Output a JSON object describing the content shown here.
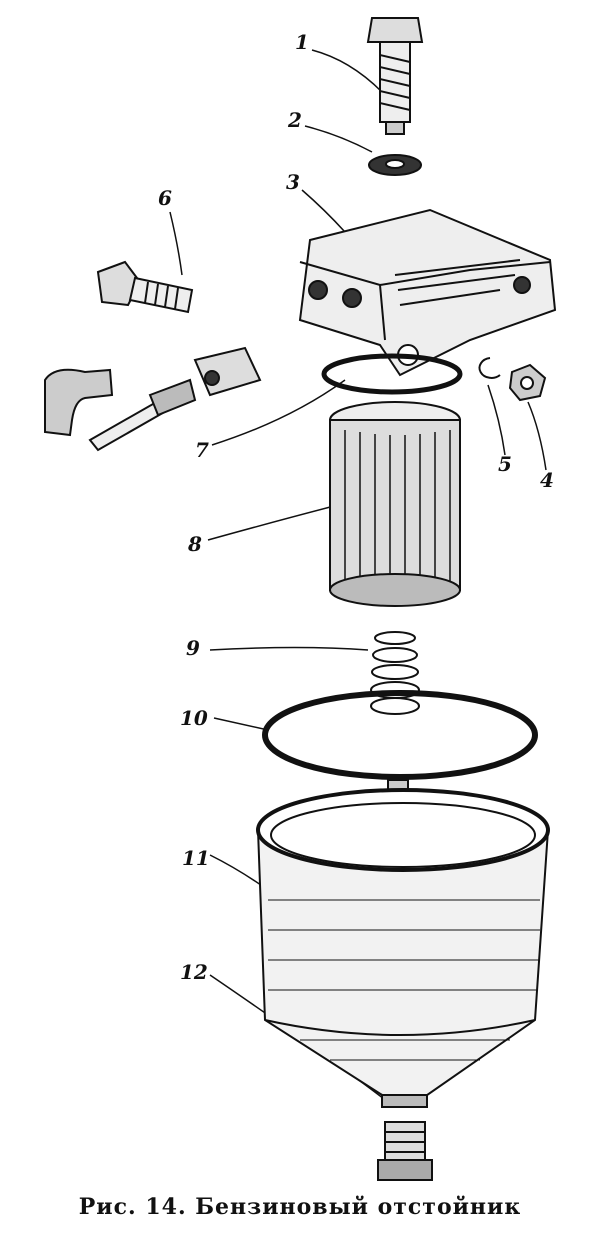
{
  "caption": "Рис. 14. Бензиновый отстойник",
  "labels": [
    "1",
    "2",
    "3",
    "4",
    "5",
    "6",
    "7",
    "8",
    "9",
    "10",
    "11",
    "12"
  ]
}
